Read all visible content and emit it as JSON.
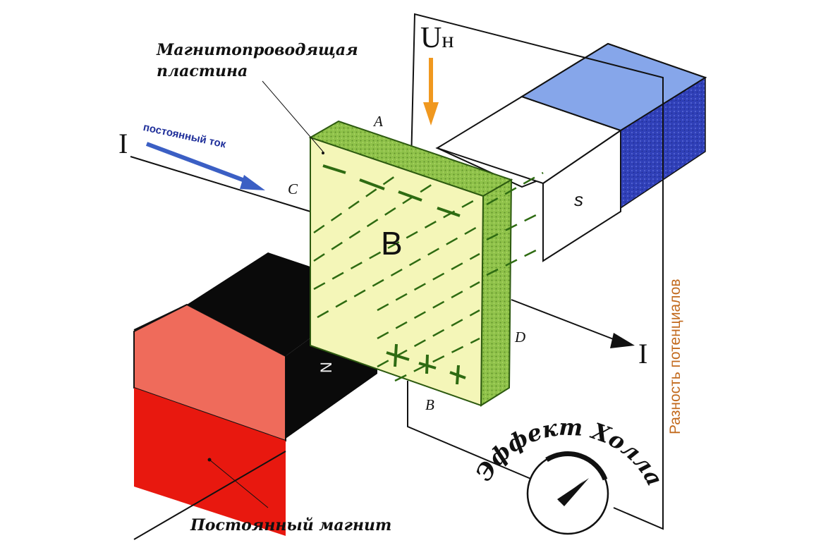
{
  "diagram": {
    "title": "Эффект Холла",
    "labels": {
      "plate": "Магнитопроводящая пластина",
      "plate_line1": "Магнитопроводящая",
      "plate_line2": "пластина",
      "magnet": "Постоянный магнит",
      "current_text": "постоянный ток",
      "current_in": "I",
      "current_out": "I",
      "hall_voltage_main": "U",
      "hall_voltage_sub": "н",
      "potential_difference": "Разность потенциалов",
      "field": "B",
      "corner_a": "A",
      "corner_b": "B",
      "corner_c": "C",
      "corner_d": "D",
      "pole_n": "N",
      "pole_s": "S",
      "plate_charge_top": "− − −",
      "plate_charge_bottom": "+ + +"
    },
    "colors": {
      "plate_face": "#f4f6b8",
      "plate_edge": "#8fc24a",
      "magnet_red": "#e8180f",
      "magnet_salmon": "#ef6b5b",
      "magnet_black": "#0a0a0a",
      "s_pole_light": "#86a6ea",
      "s_pole_dark": "#3040b8",
      "current_arrow": "#3b5fc4",
      "voltage_arrow": "#f0981f",
      "potential_text": "#c2691c",
      "field_lines": "#2e6b12"
    }
  }
}
